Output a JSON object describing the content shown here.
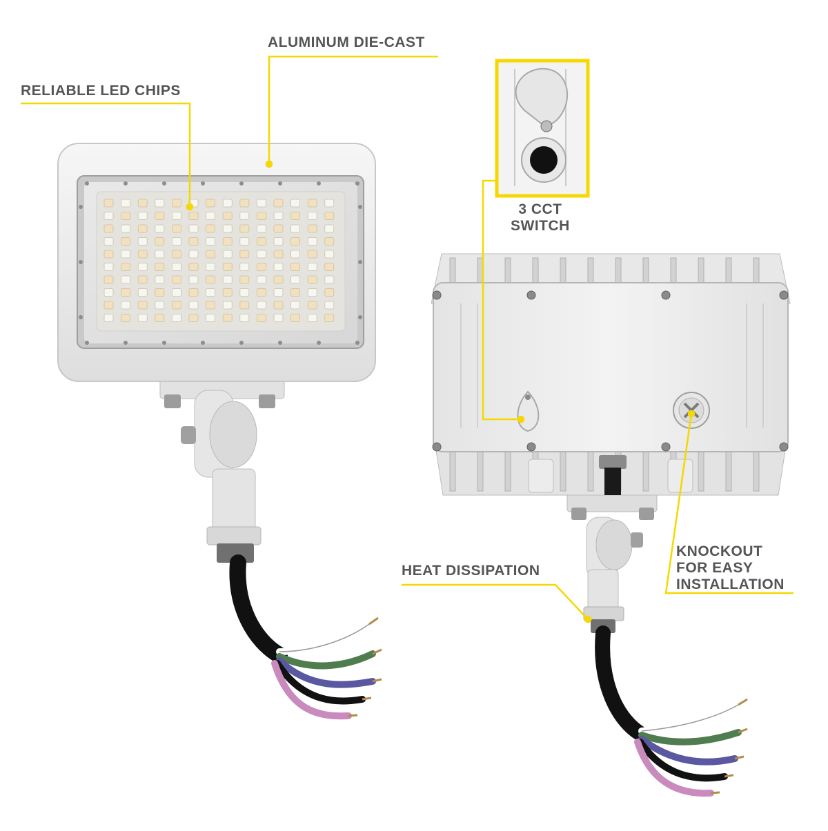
{
  "labels": {
    "reliable_led_chips": "RELIABLE LED CHIPS",
    "aluminum_die_cast": "ALUMINUM DIE-CAST",
    "cct_switch_line1": "3 CCT",
    "cct_switch_line2": "SWITCH",
    "heat_dissipation": "HEAT DISSIPATION",
    "knockout_line1": "KNOCKOUT",
    "knockout_line2": "FOR EASY",
    "knockout_line3": "INSTALLATION"
  },
  "colors": {
    "callout": "#f5d800",
    "label_text": "#555555",
    "housing": "#eeeeee",
    "led_warm": "#f3e1bd",
    "led_cool": "#f7f7f2",
    "wire_black": "#111111",
    "wire_white": "#ffffff",
    "wire_green": "#4f7d4f",
    "wire_blue": "#5a58a0",
    "wire_pink": "#c98bbd"
  }
}
